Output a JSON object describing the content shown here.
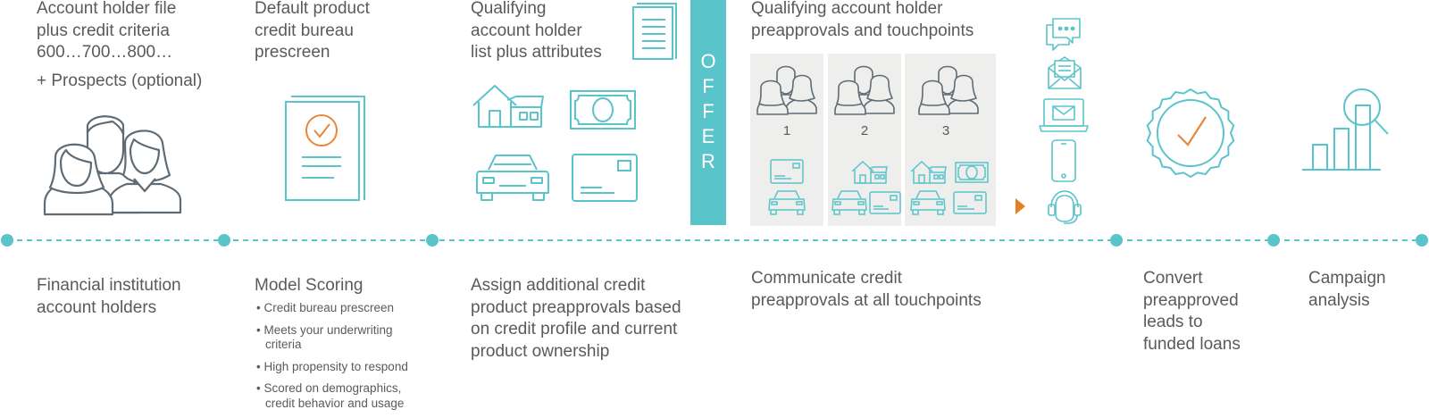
{
  "steps": [
    {
      "top_lines": [
        "Account holder file",
        "plus credit criteria",
        "600…700…800…"
      ],
      "top_extra": "+ Prospects (optional)",
      "bottom_lines": [
        "Financial institution",
        "account holders"
      ]
    },
    {
      "top_lines": [
        "Default product",
        "credit bureau",
        "prescreen"
      ],
      "bottom_title": "Model Scoring",
      "bullets": [
        [
          "Credit bureau prescreen"
        ],
        [
          "Meets your underwriting",
          "criteria"
        ],
        [
          "High propensity to respond"
        ],
        [
          "Scored on demographics,",
          "credit behavior and usage"
        ]
      ]
    },
    {
      "top_lines": [
        "Qualifying",
        "account holder",
        "list plus attributes"
      ],
      "bottom_lines": [
        "Assign additional credit",
        "product preapprovals based",
        "on credit profile and current",
        "product ownership"
      ]
    },
    {
      "top_lines": [
        "Qualifying account holder",
        "preapprovals and touchpoints"
      ],
      "groups": [
        "1",
        "2",
        "3"
      ],
      "bottom_lines": [
        "Communicate credit",
        "preapprovals at all touchpoints"
      ]
    },
    {
      "bottom_lines": [
        "Convert",
        "preapproved",
        "leads to",
        "funded loans"
      ]
    },
    {
      "bottom_lines": [
        "Campaign",
        "analysis"
      ]
    }
  ],
  "offer_letters": [
    "O",
    "F",
    "F",
    "E",
    "R"
  ],
  "icons": [
    "people-icon",
    "document-check-icon",
    "document-list-icon",
    "house-icon",
    "banknote-icon",
    "car-icon",
    "credit-card-icon",
    "chat-icon",
    "mail-icon",
    "laptop-mail-icon",
    "phone-icon",
    "headset-icon",
    "seal-check-icon",
    "bar-chart-search-icon"
  ],
  "colors": {
    "teal": "#5ac4cb",
    "gray_icon": "#5f6b75",
    "panel": "#eeeeec",
    "orange": "#e67e22",
    "text": "#5a5a5a",
    "check": "#e8873a"
  }
}
